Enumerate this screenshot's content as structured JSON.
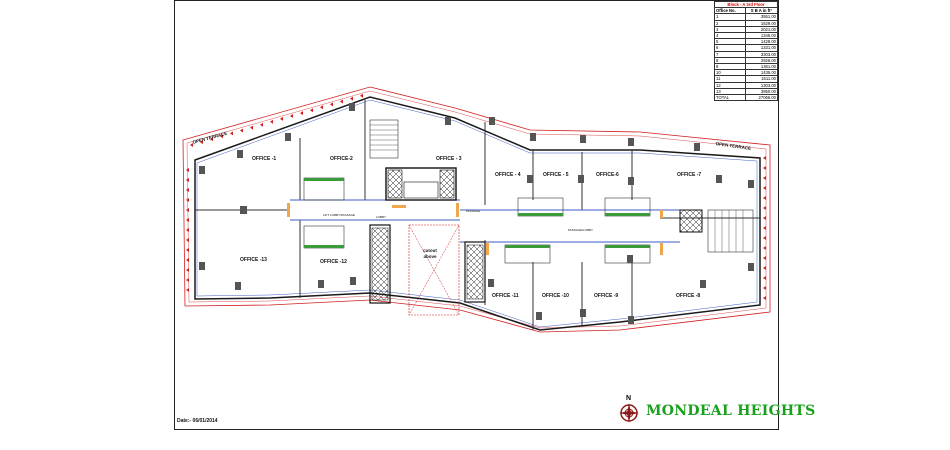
{
  "table": {
    "title": "Block - A 3rd Floor",
    "col_office": "Office No.",
    "col_area": "S B A in ft²",
    "rows": [
      {
        "no": "1",
        "area": "3551.00"
      },
      {
        "no": "2",
        "area": "1629.00"
      },
      {
        "no": "3",
        "area": "2021.00"
      },
      {
        "no": "4",
        "area": "1345.00"
      },
      {
        "no": "5",
        "area": "1428.00"
      },
      {
        "no": "6",
        "area": "1331.00"
      },
      {
        "no": "7",
        "area": "3303.00"
      },
      {
        "no": "8",
        "area": "2926.00"
      },
      {
        "no": "9",
        "area": "1361.00"
      },
      {
        "no": "10",
        "area": "1435.00"
      },
      {
        "no": "11",
        "area": "1511.00"
      },
      {
        "no": "12",
        "area": "1303.00"
      },
      {
        "no": "13",
        "area": "3950.00"
      }
    ],
    "total_label": "TOTAL",
    "total_value": "27066.00"
  },
  "plan": {
    "offices": {
      "o1": "OFFICE -1",
      "o2": "OFFICE-2",
      "o3": "OFFICE - 3",
      "o4": "OFFICE - 4",
      "o5": "OFFICE - 5",
      "o6": "OFFICE-6",
      "o7": "OFFICE -7",
      "o8": "OFFICE -8",
      "o9": "OFFICE -9",
      "o10": "OFFICE -10",
      "o11": "OFFICE -11",
      "o12": "OFFICE -12",
      "o13": "OFFICE -13"
    },
    "terrace_left": "OPEN TERRACE",
    "terrace_right": "OPEN TERRACE",
    "cutout": "cutout above",
    "corridor_left": "LIFT LOBBY/PASSAGE",
    "corridor_right": "PASSAGE/LOBBY",
    "lobby": "LOBBY",
    "passage_mid": "PASSAGE"
  },
  "brand": "MONDEAL HEIGHTS",
  "compass_label": "N",
  "date": "Date:- 06/01/2014",
  "colors": {
    "brand": "#19a01c",
    "outline": "#d21f1f",
    "title_red": "#dd0000"
  }
}
